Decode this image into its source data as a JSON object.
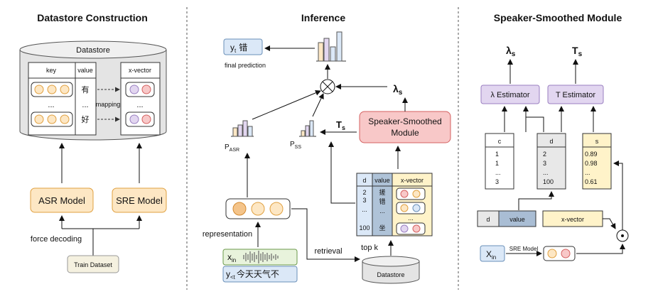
{
  "titles": {
    "left": "Datastore Construction",
    "middle": "Inference",
    "right": "Speaker-Smoothed Module"
  },
  "left": {
    "datastore": "Datastore",
    "col_key": "key",
    "col_value": "value",
    "col_xvector": "x-vector",
    "value_1": "有",
    "value_2": "...",
    "value_3": "好",
    "dots": "...",
    "mapping": "mapping",
    "xv_dots": "...",
    "asr_model": "ASR Model",
    "sre_model": "SRE Model",
    "force_decoding": "force decoding",
    "train_dataset": "Train Dataset"
  },
  "middle": {
    "yt_label": "y",
    "yt_sub": "t",
    "yt_char": "错",
    "final_prediction": "final prediction",
    "lambda_s": "λ",
    "lambda_sub": "s",
    "t_s": "T",
    "t_sub": "s",
    "p_asr": "P",
    "p_asr_sub": "ASR",
    "p_ss": "P",
    "p_ss_sub": "SS",
    "speaker_smoothed_module": "Speaker-Smoothed",
    "speaker_smoothed_module_2": "Module",
    "representation": "representation",
    "x_in": "x",
    "x_in_sub": "in",
    "y_lt": "y",
    "y_lt_sub": "<t",
    "y_lt_text": "今天天气不",
    "retrieval": "retrieval",
    "top_k": "top k",
    "datastore": "Datastore",
    "table_d": "d",
    "table_value": "value",
    "table_xvector": "x-vector",
    "d_values": [
      "2",
      "3",
      "...",
      "100"
    ],
    "v_values": [
      "搓",
      "错",
      "...",
      "坐"
    ],
    "xv_dots": "..."
  },
  "right": {
    "lambda_s": "λ",
    "lambda_sub": "s",
    "t_s": "T",
    "t_sub": "s",
    "lambda_estimator": "λ Estimator",
    "t_estimator": "T Estimator",
    "c_header": "c",
    "c_values": [
      "1",
      "1",
      "...",
      "3"
    ],
    "d_header": "d",
    "d_values": [
      "2",
      "3",
      "...",
      "100"
    ],
    "s_header": "s",
    "s_values": [
      "0.89",
      "0.98",
      "...",
      "0.61"
    ],
    "bar_d": "d",
    "bar_value": "value",
    "bar_xvector": "x-vector",
    "x_in": "X",
    "x_in_sub": "in",
    "sre_model": "SRE Model"
  },
  "colors": {
    "orange_fill": "#fde7c4",
    "orange_stroke": "#e0a040",
    "red_fill": "#f8c8c8",
    "red_stroke": "#d46060",
    "purple_fill": "#e2d6f0",
    "purple_stroke": "#9a7fc0",
    "blue_fill": "#dbe8f7",
    "blue_stroke": "#6a8fb8",
    "yellow_fill": "#fff3c9",
    "green_fill": "#e8f3dc",
    "gray_fill": "#e8e8e8"
  }
}
